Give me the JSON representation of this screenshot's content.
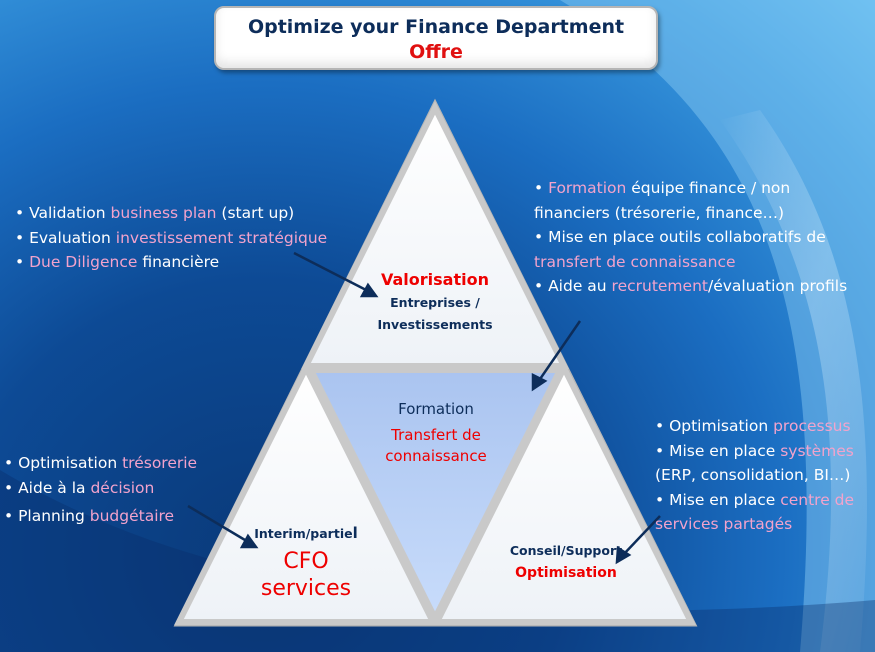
{
  "title": {
    "main": "Optimize your Finance Department",
    "sub": "Offre"
  },
  "top_triangle": {
    "title": "Valorisation",
    "sub_1": "Entreprises /",
    "sub_2": "Investissements"
  },
  "center_triangle": {
    "title": "Formation",
    "sub_1": "Transfert de",
    "sub_2": "connaissance"
  },
  "left_triangle": {
    "small": "Interim/partie",
    "small_end": "l",
    "big_1": "CFO",
    "big_2": "services"
  },
  "right_triangle": {
    "small": "Conseil/Support",
    "title": "Optimisation"
  },
  "bullets_top_left": [
    {
      "pre": "• Validation ",
      "hl": "business plan",
      "post": " (start up)"
    },
    {
      "pre": "• Evaluation ",
      "hl": "investissement stratégique",
      "post": ""
    },
    {
      "pre": "• ",
      "hl": "Due Diligence",
      "post": " financière"
    }
  ],
  "bullets_top_right": {
    "l1_pre": "• ",
    "l1_hl": "Formation",
    "l1_post": " équipe finance / non",
    "l2": "financiers (trésorerie, finance…)",
    "l3": "• Mise en place outils collaboratifs de",
    "l4_hl": "transfert de connaissance",
    "l5_pre": "• Aide au ",
    "l5_hl": "recrutement",
    "l5_post": "/évaluation profils"
  },
  "bullets_bottom_left": [
    {
      "pre": "• Optimisation ",
      "hl": "trésorerie",
      "post": ""
    },
    {
      "pre": "• Aide à la ",
      "hl": "décision",
      "post": ""
    },
    {
      "pre": "• Planning ",
      "hl": "budgétaire",
      "post": ""
    }
  ],
  "bullets_bottom_right": {
    "l1_pre": "• Optimisation ",
    "l1_hl": "processus",
    "l2_pre": "• Mise en place ",
    "l2_hl": "systèmes",
    "l3": "(ERP, consolidation, BI…)",
    "l4_pre": "• Mise en place ",
    "l4_hl": "centre de",
    "l5_hl": "services partagés"
  },
  "colors": {
    "navy": "#0d2d5a",
    "red": "#e00000",
    "highlight": "#f2a3cc",
    "center_fill": "#b8d0f8"
  }
}
